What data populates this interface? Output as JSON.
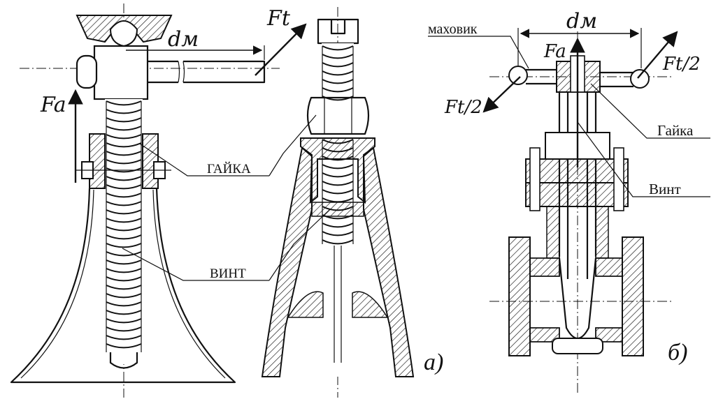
{
  "figure": {
    "part_a": {
      "caption": "а)",
      "labels": {
        "nut": "ГАЙКА",
        "screw": "ВИНТ",
        "axial_force": "Fa",
        "tangential_force": "Ft",
        "mean_diameter": "dм"
      }
    },
    "part_b": {
      "caption": "б)",
      "labels": {
        "handwheel": "маховик",
        "nut": "Гайка",
        "screw": "Винт",
        "axial_force": "Fa",
        "tangential_force_half_right": "Ft/2",
        "tangential_force_half_left": "Ft/2",
        "mean_diameter": "dм"
      }
    }
  },
  "colors": {
    "ink": "#111111",
    "paper": "#ffffff"
  }
}
